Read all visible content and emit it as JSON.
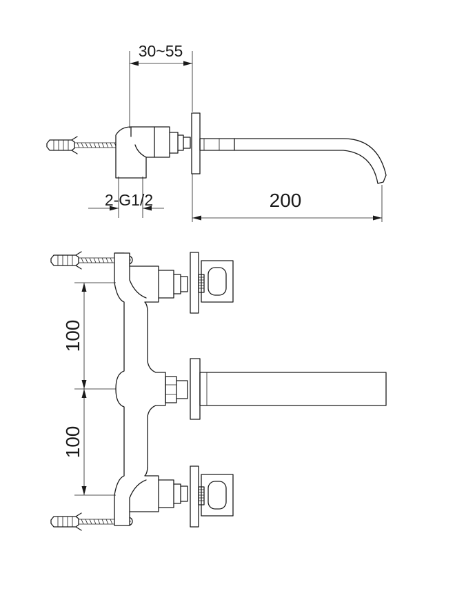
{
  "dimensions": {
    "adjust_range": "30~55",
    "thread_spec": "2-G1/2",
    "spout_reach": "200",
    "upper_spacing": "100",
    "lower_spacing": "100"
  }
}
